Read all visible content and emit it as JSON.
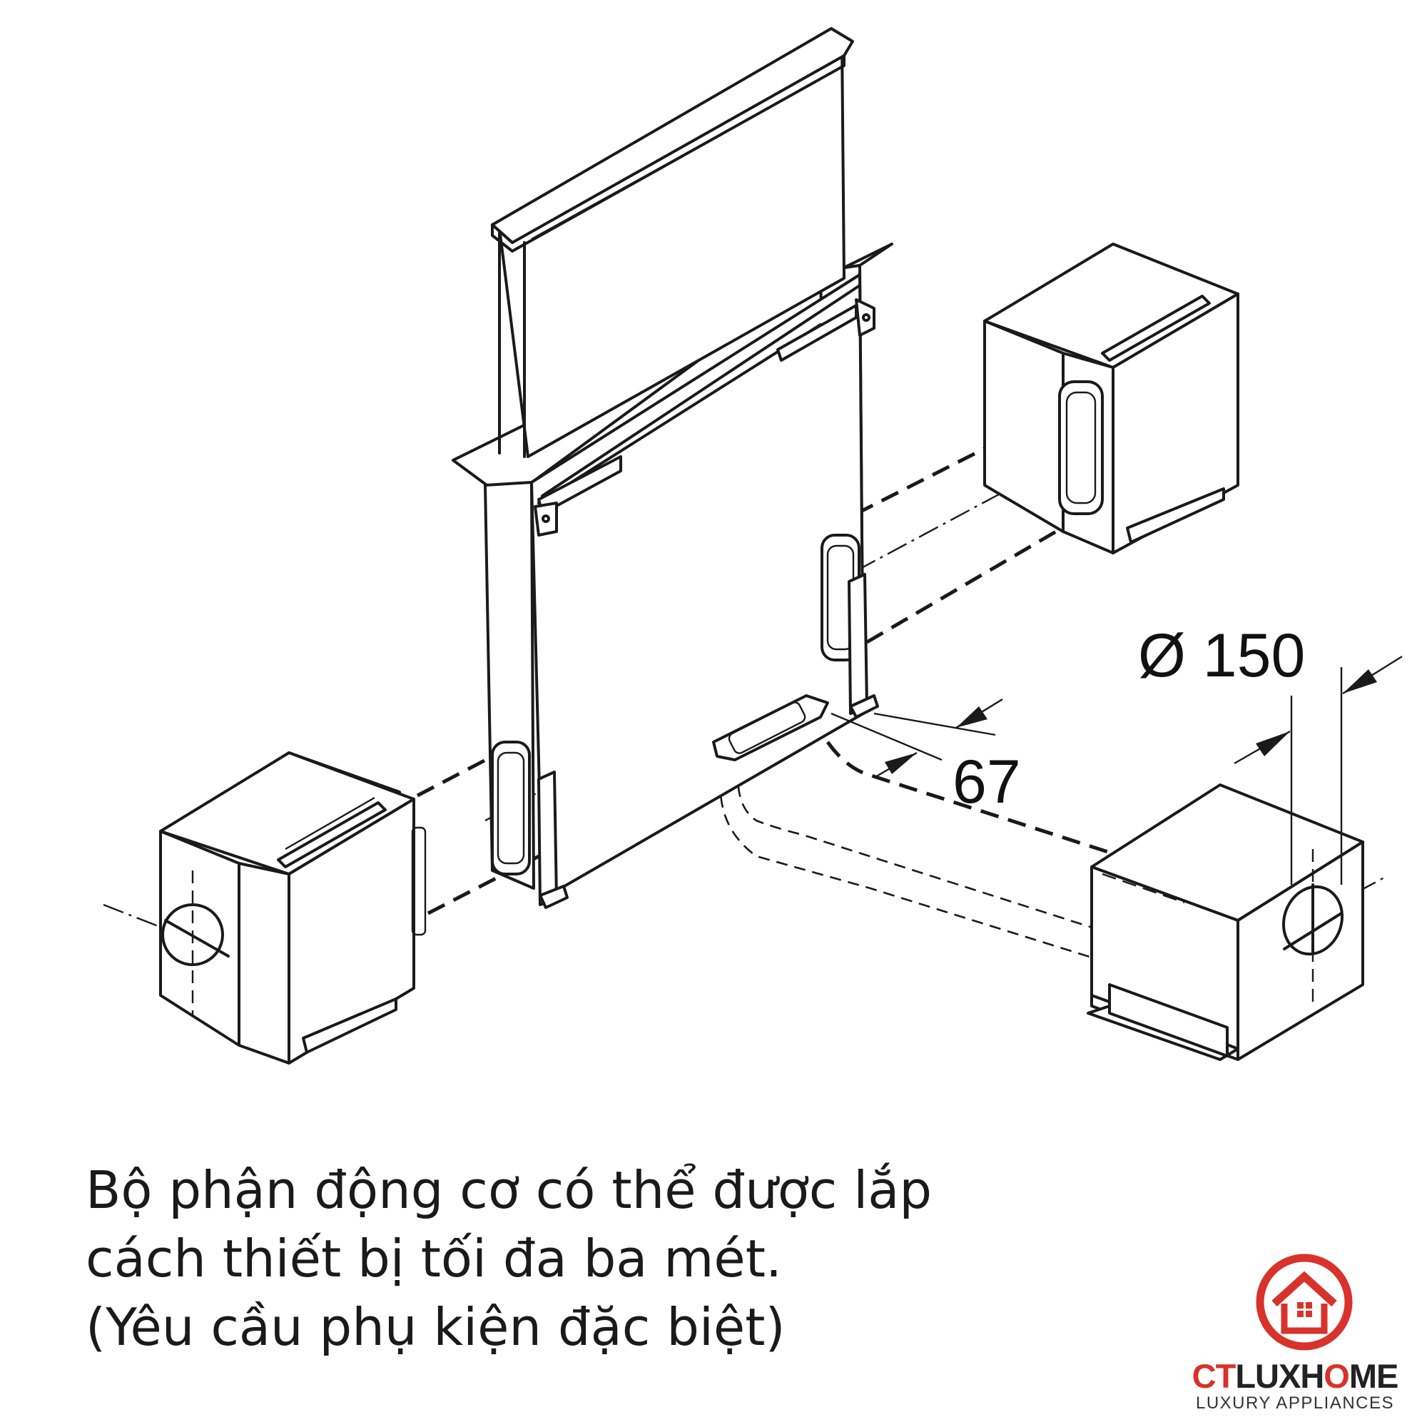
{
  "dimensions": {
    "duct_diameter": "Ø 150",
    "offset": "67"
  },
  "caption": {
    "line1": "Bộ phận động cơ có thể được lắp",
    "line2": "cách thiết bị tối đa ba mét.",
    "line3": "(Yêu cầu phụ kiện đặc biệt)"
  },
  "logo": {
    "brand_prefix": "CT",
    "brand_main": "LUXH",
    "brand_highlight": "O",
    "brand_suffix": "ME",
    "tagline": "LUXURY APPLIANCES",
    "colors": {
      "accent": "#d8322b",
      "text": "#222222"
    }
  }
}
